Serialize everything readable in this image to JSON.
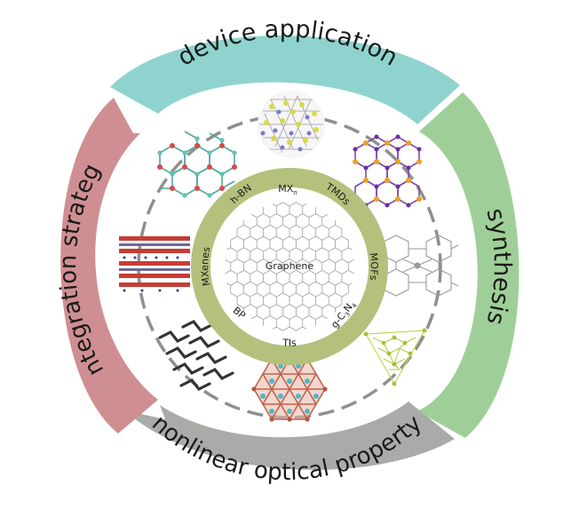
{
  "outer_ring": {
    "device_application": {
      "label": "device application",
      "color": "#8fd3cf"
    },
    "synthesis": {
      "label": "synthesis",
      "color": "#9fcf98"
    },
    "nonlinear_optical_property": {
      "label": "nonlinear optical property",
      "color": "#a9aba8"
    },
    "integration_strategy": {
      "label": "integration strategy",
      "color": "#cf8f92"
    }
  },
  "inner_ring": {
    "color": "#b3c17c",
    "labels": {
      "mxn": {
        "base": "MX",
        "sub": "n"
      },
      "tmds": "TMDs",
      "mofs": "MOFs",
      "gc3n4": {
        "g": "g-C",
        "sub1": "3",
        "n": "N",
        "sub2": "4"
      },
      "tis": "TIs",
      "bp": "BP",
      "mxenes": "MXenes",
      "hbn": "h-BN"
    }
  },
  "center": {
    "label": "Graphene"
  },
  "structure_icons": [
    "mxn-lattice-icon",
    "tmd-lattice-icon",
    "mof-framework-icon",
    "gc3n4-triangle-icon",
    "ti-hexagon-icon",
    "bp-puckered-icon",
    "mxene-layers-icon",
    "hbn-lattice-icon"
  ]
}
